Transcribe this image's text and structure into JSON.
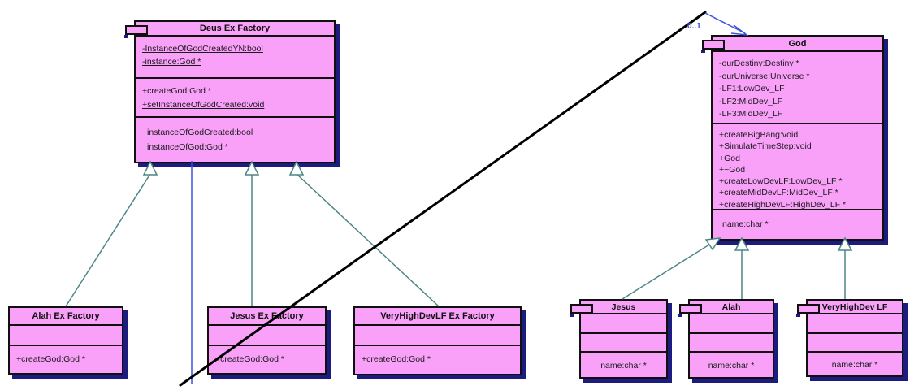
{
  "colors": {
    "class_fill": "#f9a1f9",
    "shadow": "#1b1b80",
    "generalization": "#4e8585",
    "association": "#3b50e0",
    "divider": "#000000"
  },
  "association": {
    "label": "0..1",
    "from": "Deus Ex Factory",
    "to": "God"
  },
  "relationships": [
    {
      "type": "generalization",
      "from": "Alah Ex Factory",
      "to": "Deus Ex Factory"
    },
    {
      "type": "generalization",
      "from": "Jesus Ex Factory",
      "to": "Deus Ex Factory"
    },
    {
      "type": "generalization",
      "from": "VeryHighDevLF Ex Factory",
      "to": "Deus Ex Factory"
    },
    {
      "type": "generalization",
      "from": "Jesus",
      "to": "God"
    },
    {
      "type": "generalization",
      "from": "Alah",
      "to": "God"
    },
    {
      "type": "generalization",
      "from": "VeryHighDev LF",
      "to": "God"
    },
    {
      "type": "association",
      "from": "Deus Ex Factory",
      "to": "God",
      "multiplicity": "0..1"
    }
  ],
  "classes": [
    {
      "id": "deus_ex_factory",
      "name": "Deus Ex Factory",
      "icon": true,
      "sections": [
        {
          "kind": "attributes",
          "items": [
            {
              "text": "-InstanceOfGodCreatedYN:bool",
              "underline": true
            },
            {
              "text": "-instance:God *",
              "underline": true
            }
          ]
        },
        {
          "kind": "methods",
          "items": [
            {
              "text": "+createGod:God *",
              "underline": false
            },
            {
              "text": "+setInstanceOfGodCreated:void",
              "underline": true
            }
          ]
        },
        {
          "kind": "properties",
          "items": [
            {
              "text": "instanceOfGodCreated:bool"
            },
            {
              "text": "instanceOfGod:God *"
            }
          ]
        }
      ]
    },
    {
      "id": "god",
      "name": "God",
      "icon": true,
      "sections": [
        {
          "kind": "attributes",
          "items": [
            {
              "text": "-ourDestiny:Destiny *"
            },
            {
              "text": "-ourUniverse:Universe *"
            },
            {
              "text": "-LF1:LowDev_LF"
            },
            {
              "text": "-LF2:MidDev_LF"
            },
            {
              "text": "-LF3:MidDev_LF"
            }
          ]
        },
        {
          "kind": "methods",
          "items": [
            {
              "text": "+createBigBang:void"
            },
            {
              "text": "+SimulateTimeStep:void"
            },
            {
              "text": "+God"
            },
            {
              "text": "+~God"
            },
            {
              "text": "+createLowDevLF:LowDev_LF *"
            },
            {
              "text": "+createMidDevLF:MidDev_LF *"
            },
            {
              "text": "+createHighDevLF:HighDev_LF *"
            }
          ]
        },
        {
          "kind": "properties",
          "items": [
            {
              "text": "name:char *"
            }
          ]
        }
      ]
    },
    {
      "id": "alah_ex_factory",
      "name": "Alah Ex Factory",
      "icon": false,
      "sections": [
        {
          "kind": "attributes",
          "items": []
        },
        {
          "kind": "methods",
          "items": [
            {
              "text": "+createGod:God *"
            }
          ]
        }
      ]
    },
    {
      "id": "jesus_ex_factory",
      "name": "Jesus Ex Factory",
      "icon": false,
      "sections": [
        {
          "kind": "attributes",
          "items": []
        },
        {
          "kind": "methods",
          "items": [
            {
              "text": "+createGod:God *"
            }
          ]
        }
      ]
    },
    {
      "id": "veryhighdevlf_ex_factory",
      "name": "VeryHighDevLF Ex Factory",
      "icon": false,
      "sections": [
        {
          "kind": "attributes",
          "items": []
        },
        {
          "kind": "methods",
          "items": [
            {
              "text": "+createGod:God *"
            }
          ]
        }
      ]
    },
    {
      "id": "jesus",
      "name": "Jesus",
      "icon": true,
      "sections": [
        {
          "kind": "attributes",
          "items": []
        },
        {
          "kind": "methods",
          "items": []
        },
        {
          "kind": "properties",
          "items": [
            {
              "text": "name:char *"
            }
          ]
        }
      ]
    },
    {
      "id": "alah",
      "name": "Alah",
      "icon": true,
      "sections": [
        {
          "kind": "attributes",
          "items": []
        },
        {
          "kind": "methods",
          "items": []
        },
        {
          "kind": "properties",
          "items": [
            {
              "text": "name:char *"
            }
          ]
        }
      ]
    },
    {
      "id": "veryhighdev_lf",
      "name": "VeryHighDev LF",
      "icon": true,
      "sections": [
        {
          "kind": "attributes",
          "items": []
        },
        {
          "kind": "methods",
          "items": []
        },
        {
          "kind": "properties",
          "items": [
            {
              "text": "name:char *"
            }
          ]
        }
      ]
    }
  ]
}
